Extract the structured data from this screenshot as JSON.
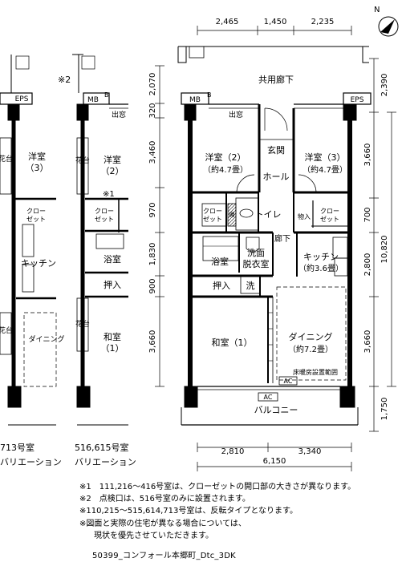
{
  "north": "N",
  "dims": {
    "top": [
      "2,465",
      "1,450",
      "2,235"
    ],
    "left": [
      "2,070",
      "320",
      "3,460",
      "970",
      "1,830",
      "900",
      "3,660"
    ],
    "right": [
      "2,390",
      "3,660",
      "700",
      "2,800",
      "3,660",
      "1,750"
    ],
    "right_total": "10,820",
    "bottom": [
      "2,810",
      "3,340"
    ],
    "bottom_total": "6,150"
  },
  "labels": {
    "corridor": "共用廊下",
    "eps": "EPS",
    "mb": "MB",
    "b": "B",
    "demado": "出窓",
    "genkan": "玄関",
    "hall": "ホール",
    "yoshitsu2": "洋室（2）",
    "yoshitsu2_size": "（約4.7畳）",
    "yoshitsu3": "洋室（3）",
    "yoshitsu3_size": "（約4.7畳）",
    "closet1": "クロー",
    "closet2": "ゼット",
    "toilet": "トイレ",
    "monoire": "物入",
    "rouka": "廊下",
    "yokushitsu": "浴室",
    "senmen1": "洗面",
    "senmen2": "脱衣室",
    "kitchen": "キッチン",
    "kitchen_size": "（約3.6畳）",
    "oshiire": "押入",
    "sen": "洗",
    "washitsu": "和室（1）",
    "dining": "ダイニング",
    "dining_size": "（約7.2畳）",
    "floorheat": "床暖房設置範囲",
    "ac": "AC",
    "balcony": "バルコニー",
    "tana": "棚"
  },
  "variations": {
    "v713": {
      "yoshitsu": "洋室",
      "yoshitsu_num": "（3）",
      "kadai": "花台",
      "closet1": "クロー",
      "closet2": "ゼット",
      "kitchen": "キッチン",
      "dining": "ダイニング",
      "caption1": "713号室",
      "caption2": "バリエーション"
    },
    "v516": {
      "mark2": "※2",
      "mb": "MB",
      "b": "B",
      "demado": "出窓",
      "yoshitsu": "洋室",
      "yoshitsu_num": "（2）",
      "kadai": "花台",
      "mark1": "※1",
      "closet1": "クロー",
      "closet2": "ゼット",
      "yokushitsu": "浴室",
      "oshiire": "押入",
      "washitsu": "和室",
      "washitsu_num": "（1）",
      "caption1": "516,615号室",
      "caption2": "バリエーション"
    }
  },
  "notes": [
    "※1　111,216〜416号室は、クローゼットの開口部の大きさが異なります。",
    "※2　点検口は、516号室のみに設置されます。",
    "※110,215〜515,614,713号室は、反転タイプとなります。",
    "※図面と実際の住宅が異なる場合については、",
    "現状を優先させていただきます。"
  ],
  "footer": "50399_コンフォール本郷町_Dtc_3DK"
}
